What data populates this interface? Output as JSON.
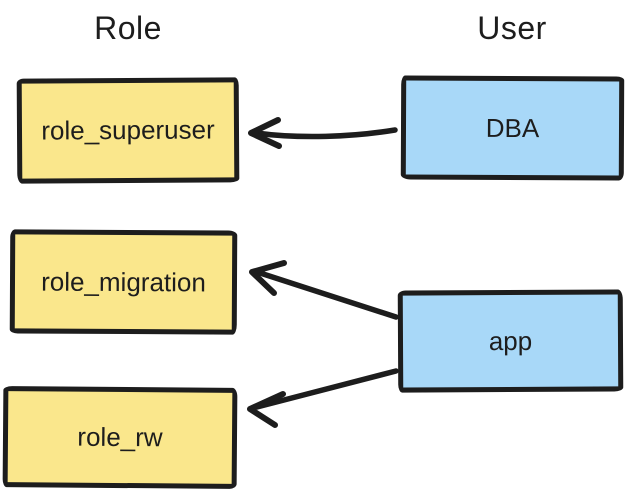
{
  "diagram": {
    "columns": [
      {
        "id": "role",
        "title": "Role"
      },
      {
        "id": "user",
        "title": "User"
      }
    ],
    "role_nodes": [
      {
        "id": "role_superuser",
        "label": "role_superuser"
      },
      {
        "id": "role_migration",
        "label": "role_migration"
      },
      {
        "id": "role_rw",
        "label": "role_rw"
      }
    ],
    "user_nodes": [
      {
        "id": "dba",
        "label": "DBA"
      },
      {
        "id": "app",
        "label": "app"
      }
    ],
    "edges": [
      {
        "from": "DBA",
        "to": "role_superuser"
      },
      {
        "from": "app",
        "to": "role_migration"
      },
      {
        "from": "app",
        "to": "role_rw"
      }
    ],
    "colors": {
      "background": "#ffffff",
      "role_fill": "#fae78c",
      "user_fill": "#a8d8f8",
      "ink": "#1d1d1d"
    }
  }
}
